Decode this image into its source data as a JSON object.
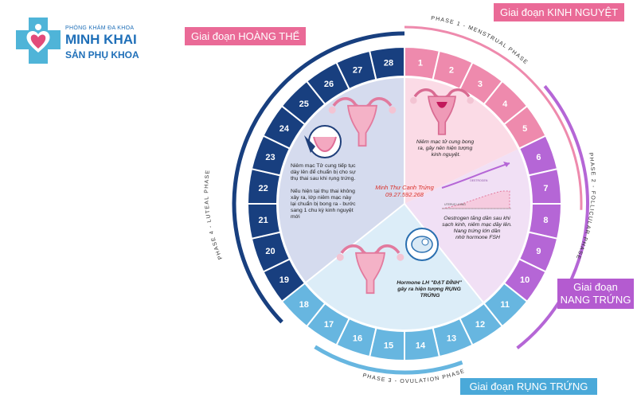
{
  "logo": {
    "line1": "PHÒNG KHÁM ĐA KHOA",
    "line2": "MINH KHAI",
    "line3": "SẢN PHỤ KHOA"
  },
  "phase_labels": {
    "luteal": "Giai đoạn HOÀNG THỂ",
    "menstrual": "Giai đoạn KINH NGUYỆT",
    "follicular": "Giai đoạn NANG TRỨNG",
    "ovulation": "Giai đoạn RỤNG TRỨNG"
  },
  "phase_arc_titles": {
    "luteal": "PHASE 4 - LUTEAL PHASE",
    "menstrual": "PHASE 1 - MENSTRUAL PHASE",
    "follicular": "PHASE 2 - FOLLICULAR PHASE",
    "ovulation": "PHASE 3 - OVULATION PHASE"
  },
  "days": [
    "1",
    "2",
    "3",
    "4",
    "5",
    "6",
    "7",
    "8",
    "9",
    "10",
    "11",
    "12",
    "13",
    "14",
    "15",
    "16",
    "17",
    "18",
    "19",
    "20",
    "21",
    "22",
    "23",
    "24",
    "25",
    "26",
    "27",
    "28"
  ],
  "descriptions": {
    "luteal": [
      "Niêm mạc Tử cung tiếp tục",
      "dày lên để chuẩn bị cho sự",
      "thụ thai sau khi rụng trứng.",
      "",
      "Nếu hiện tại thụ thai không",
      "xảy ra, lớp niêm mạc này",
      "lại chuẩn bị bong ra - bước",
      "sang 1 chu kỳ kinh nguyệt",
      "mới"
    ],
    "menstrual": [
      "Niêm mạc tử cung bong",
      "ra, gây nên hiện tượng",
      "kinh nguyệt."
    ],
    "follicular": [
      "Oestrogen tăng dần sau khi",
      "sạch kinh, niêm mạc dầy lên.",
      "Nang trứng lớn dần",
      "nhờ hormone FSH"
    ],
    "ovulation": [
      "Hormone LH \"ĐẠT ĐỈNH\"",
      "gây ra hiện tượng RỤNG",
      "TRỨNG"
    ]
  },
  "graph_labels": {
    "oestrogen": "OESTROGEN",
    "lining": "UTERUS LINING"
  },
  "center": {
    "name": "Minh Thư Canh Trứng",
    "phone": "09.27.592.268"
  },
  "colors": {
    "luteal_dark": "#183f7f",
    "menstrual": "#ee8aad",
    "follicular": "#b566d6",
    "ovulation": "#67b6e0",
    "center_luteal": "#d5dbee",
    "center_menstrual": "#fbdbe6",
    "center_follicular": "#f1e0f5",
    "center_ovulation": "#dcedf8",
    "accent_red": "#d9312b"
  }
}
